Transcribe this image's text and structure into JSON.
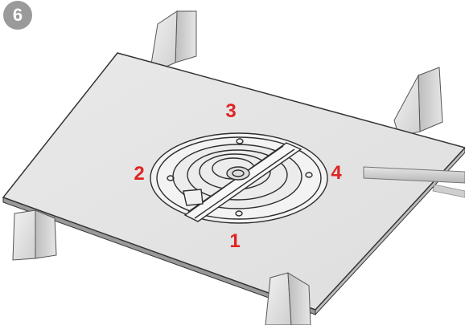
{
  "step": {
    "number": "6"
  },
  "positions": {
    "top": "3",
    "left": "2",
    "right": "4",
    "bottom": "1"
  },
  "colors": {
    "label_red": "#e02323",
    "panel": "#e4e4e4",
    "joist": "#d8d8d8",
    "outline": "#333333",
    "badge": "#9a9a9a"
  }
}
